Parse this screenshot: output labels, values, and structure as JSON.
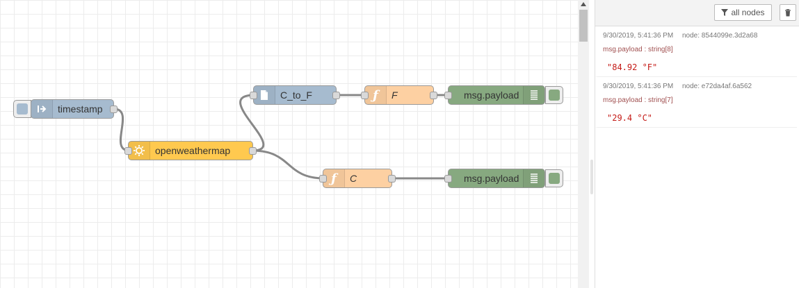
{
  "flow": {
    "nodes": {
      "timestamp": {
        "label": "timestamp",
        "color": "#a6bbcf"
      },
      "openweathermap": {
        "label": "openweathermap",
        "color": "#ffc94f"
      },
      "c_to_f": {
        "label": "C_to_F",
        "color": "#a6bbcf"
      },
      "func_f": {
        "label": "F",
        "color": "#fdd0a2"
      },
      "func_c": {
        "label": "C",
        "color": "#fdd0a2"
      },
      "debug_1": {
        "label": "msg.payload",
        "color": "#87a980"
      },
      "debug_2": {
        "label": "msg.payload",
        "color": "#87a980"
      }
    }
  },
  "sidebar": {
    "filter_label": "all nodes",
    "messages": [
      {
        "timestamp": "9/30/2019, 5:41:36 PM",
        "node": "node: 8544099e.3d2a68",
        "topic": "msg.payload : string[8]",
        "value": "\"84.92 °F\""
      },
      {
        "timestamp": "9/30/2019, 5:41:36 PM",
        "node": "node: e72da4af.6a562",
        "topic": "msg.payload : string[7]",
        "value": "\"29.4 °C\""
      }
    ]
  }
}
